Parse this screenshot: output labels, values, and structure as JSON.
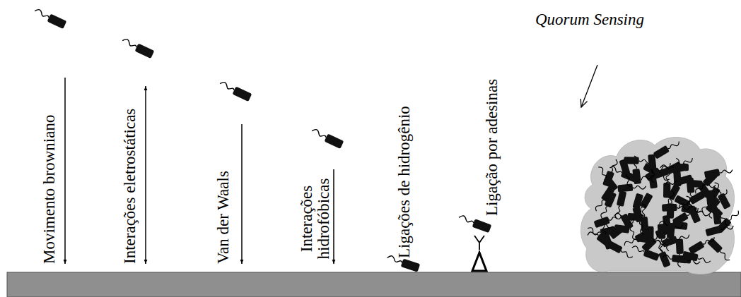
{
  "diagram": {
    "labels": [
      "Movimento browniano",
      "Interações eletrostáticas",
      "Van der Waals",
      "Interações hidrofóbicas",
      "Ligações de hidrogênio",
      "Ligação por adesinas",
      "Quorum Sensing"
    ]
  }
}
